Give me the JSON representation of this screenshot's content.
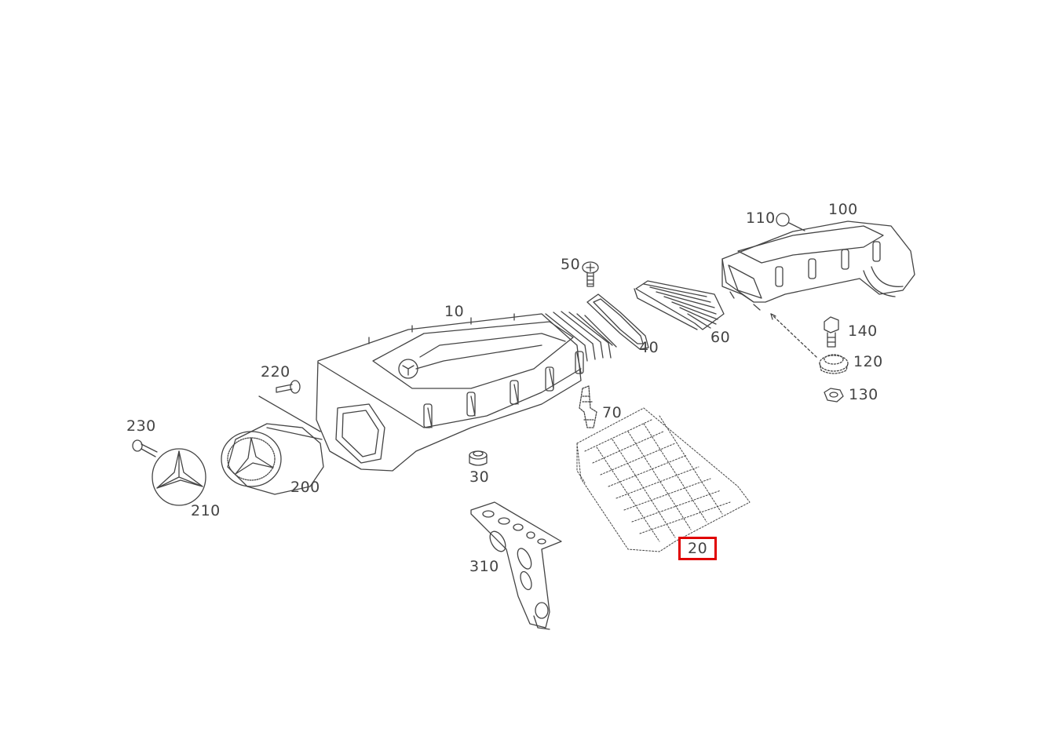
{
  "diagram": {
    "parts": [
      {
        "id": "p10",
        "label": "10",
        "icon": "air-filter-housing"
      },
      {
        "id": "p20",
        "label": "20",
        "icon": "filter-element",
        "selected": true
      },
      {
        "id": "p30",
        "label": "30",
        "icon": "grommet"
      },
      {
        "id": "p40",
        "label": "40",
        "icon": "seal"
      },
      {
        "id": "p50",
        "label": "50",
        "icon": "screw"
      },
      {
        "id": "p60",
        "label": "60",
        "icon": "bellows"
      },
      {
        "id": "p70",
        "label": "70",
        "icon": "clip"
      },
      {
        "id": "p100",
        "label": "100",
        "icon": "intake-duct"
      },
      {
        "id": "p110",
        "label": "110",
        "icon": "o-ring"
      },
      {
        "id": "p120",
        "label": "120",
        "icon": "rubber-mount"
      },
      {
        "id": "p130",
        "label": "130",
        "icon": "nut"
      },
      {
        "id": "p140",
        "label": "140",
        "icon": "bolt"
      },
      {
        "id": "p200",
        "label": "200",
        "icon": "intake-snorkel"
      },
      {
        "id": "p210",
        "label": "210",
        "icon": "star-emblem"
      },
      {
        "id": "p220",
        "label": "220",
        "icon": "screw"
      },
      {
        "id": "p230",
        "label": "230",
        "icon": "screw"
      },
      {
        "id": "p310",
        "label": "310",
        "icon": "bracket"
      }
    ],
    "colors": {
      "line": "#444444",
      "highlight": "#e00000",
      "background": "#ffffff"
    }
  }
}
